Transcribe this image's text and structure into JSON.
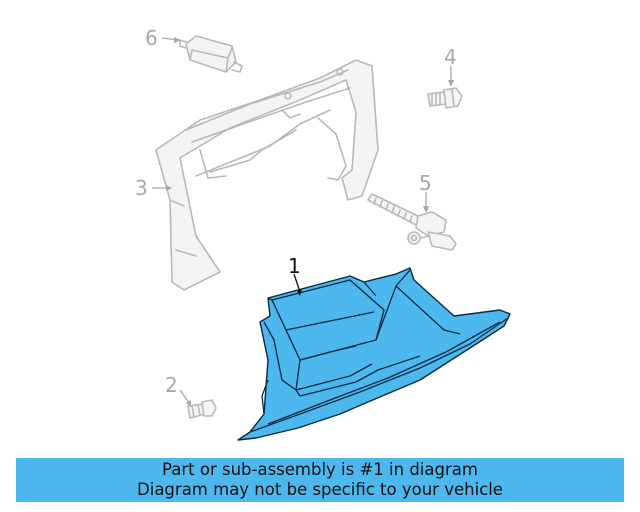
{
  "callouts": {
    "c1": "1",
    "c2": "2",
    "c3": "3",
    "c4": "4",
    "c5": "5",
    "c6": "6"
  },
  "highlight_color": "#4cb8ee",
  "banner": {
    "line1": "Part or sub-assembly is #1 in diagram",
    "line2": "Diagram may not be specific to your vehicle"
  }
}
